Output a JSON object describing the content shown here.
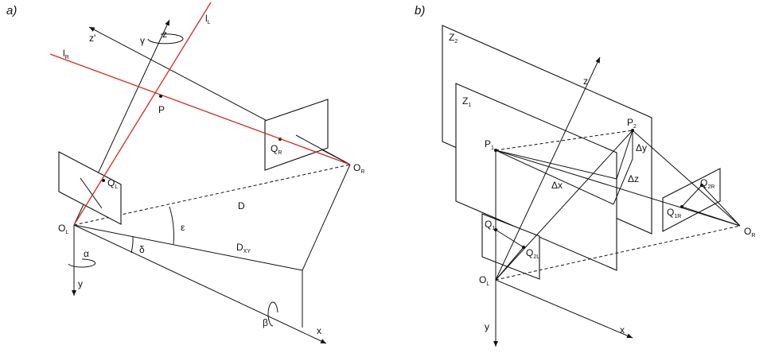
{
  "panels": {
    "a": {
      "panel_label": "a)",
      "labels": {
        "z": "z",
        "z_prime": "z'",
        "gamma": "γ",
        "l_R": "l",
        "l_R_sub": "R",
        "l_L": "l",
        "l_L_sub": "L",
        "P": "P",
        "Q_R": "Q",
        "Q_R_sub": "R",
        "Q_L": "Q",
        "Q_L_sub": "L",
        "O_R": "O",
        "O_R_sub": "R",
        "O_L": "O",
        "O_L_sub": "L",
        "D": "D",
        "epsilon": "ε",
        "delta": "δ",
        "D_XY": "D",
        "D_XY_sub": "XY",
        "alpha": "α",
        "beta": "β",
        "y": "y",
        "x": "x"
      }
    },
    "b": {
      "panel_label": "b)",
      "labels": {
        "Z2": "Z",
        "Z2_sub": "2",
        "Z1": "Z",
        "Z1_sub": "1",
        "z": "z",
        "P1": "P",
        "P1_sub": "1",
        "P2": "P",
        "P2_sub": "2",
        "delta_y": "Δy",
        "delta_z": "Δz",
        "delta_x": "Δx",
        "Q1L": "Q",
        "Q1L_sub": "1L",
        "Q2L": "Q",
        "Q2L_sub": "2L",
        "Q1R": "Q",
        "Q1R_sub": "1R",
        "Q2R": "Q",
        "Q2R_sub": "2R",
        "O_L": "O",
        "O_L_sub": "L",
        "O_R": "O",
        "O_R_sub": "R",
        "y": "y",
        "x": "x"
      }
    }
  },
  "colors": {
    "line": "#111111",
    "ray": "#d42a20",
    "background": "#ffffff"
  }
}
